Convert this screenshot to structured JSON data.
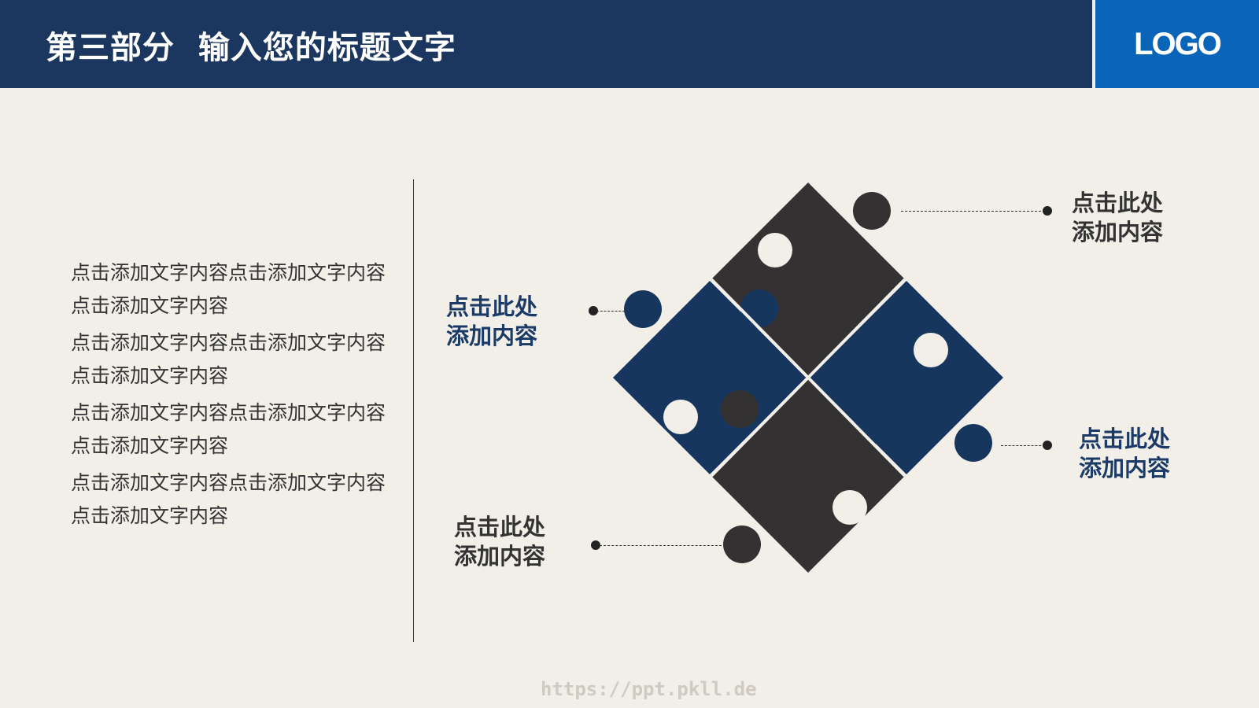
{
  "header": {
    "title": "第三部分  输入您的标题文字",
    "logo": "LOGO",
    "colors": {
      "header_bg": "#1b365f",
      "logo_bg": "#0a64b8"
    }
  },
  "body_text": {
    "paragraphs": [
      "点击添加文字内容点击添加文字内容点击添加文字内容",
      "点击添加文字内容点击添加文字内容点击添加文字内容",
      "点击添加文字内容点击添加文字内容点击添加文字内容",
      "点击添加文字内容点击添加文字内容点击添加文字内容"
    ]
  },
  "puzzle": {
    "pieces": [
      {
        "position": "top",
        "color": "#333132"
      },
      {
        "position": "left",
        "color": "#17365e"
      },
      {
        "position": "right",
        "color": "#17365e"
      },
      {
        "position": "bottom",
        "color": "#333132"
      }
    ],
    "labels": {
      "top_right": {
        "line1": "点击此处",
        "line2": "添加内容"
      },
      "left": {
        "line1": "点击此处",
        "line2": "添加内容"
      },
      "right": {
        "line1": "点击此处",
        "line2": "添加内容"
      },
      "bottom_left": {
        "line1": "点击此处",
        "line2": "添加内容"
      }
    }
  },
  "watermark": "https://ppt.pkll.de"
}
